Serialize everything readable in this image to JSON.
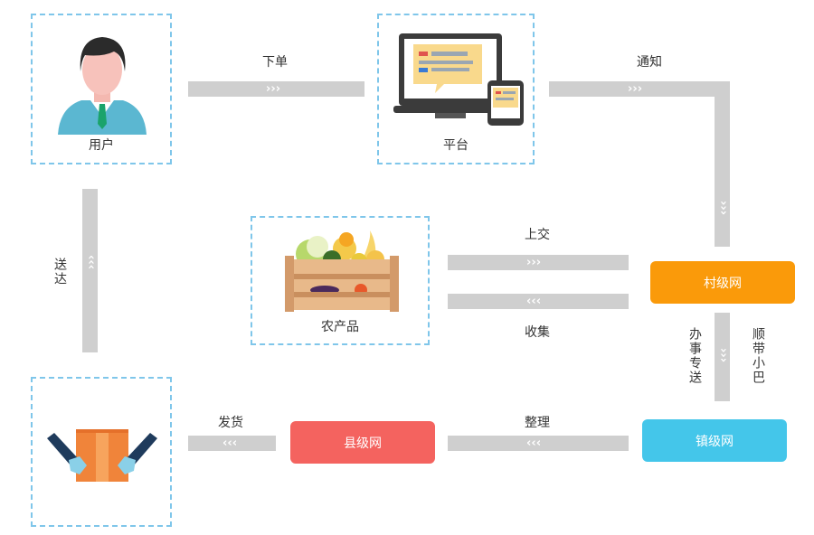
{
  "nodes": {
    "user": "用户",
    "platform": "平台",
    "produce": "农产品",
    "village": "村级网",
    "town": "镇级网",
    "county": "县级网"
  },
  "edges": {
    "order": "下单",
    "notify": "通知",
    "submit": "上交",
    "collect": "收集",
    "deliver": "送达",
    "errand": "办事专送",
    "minibus": "顺带小巴",
    "organize": "整理",
    "ship": "发货"
  },
  "colors": {
    "village": "#fa9a0a",
    "town": "#44c6ea",
    "county": "#f4635f",
    "connector": "#cfcfcf",
    "box_border": "#7fc6ea"
  },
  "icons": {
    "user": "person-icon",
    "platform": "devices-icon",
    "produce": "produce-crate-icon",
    "delivery": "package-handoff-icon"
  }
}
